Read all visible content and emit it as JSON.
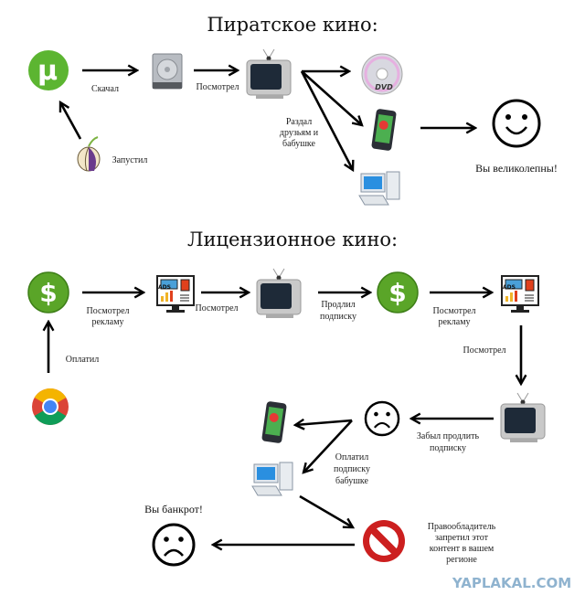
{
  "pirate": {
    "title": "Пиратское кино:",
    "labels": {
      "downloaded": "Скачал",
      "watched": "Посмотрел",
      "shared": [
        "Раздал",
        "друзьям и",
        "бабушке"
      ],
      "launched": "Запустил",
      "result": "Вы великолепны!"
    },
    "icons": {
      "dvd_text": "DVD"
    }
  },
  "licensed": {
    "title": "Лицензионное кино:",
    "labels": {
      "watched_ads_1": [
        "Посмотрел",
        "рекламу"
      ],
      "watched_1": "Посмотрел",
      "renewed": [
        "Продлил",
        "подписку"
      ],
      "watched_ads_2": [
        "Посмотрел",
        "рекламу"
      ],
      "watched_2": "Посмотрел",
      "paid": "Оплатил",
      "forgot": [
        "Забыл продлить",
        "подписку"
      ],
      "paid_grandma": [
        "Оплатил",
        "подписку",
        "бабушке"
      ],
      "blocked": [
        "Правообладитель",
        "запретил этот",
        "контент в вашем",
        "регионе"
      ],
      "result": "Вы банкрот!"
    },
    "icons": {
      "ads_text": "ADS"
    }
  },
  "watermark": "YAPLAKAL.COM",
  "colors": {
    "torrent": "#5cb531",
    "dollar": "#4f9a22",
    "stop": "#cc1f1f",
    "watermark": "#8fb3cf"
  }
}
